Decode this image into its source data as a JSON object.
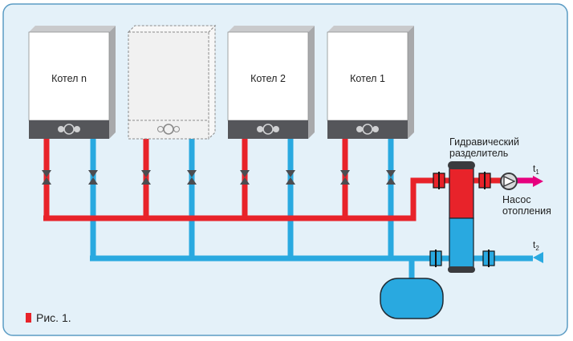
{
  "boilers": [
    {
      "label": "Котел n"
    },
    {
      "label": ""
    },
    {
      "label": "Котел 2"
    },
    {
      "label": "Котел 1"
    }
  ],
  "separator": {
    "label_line1": "Гидравический",
    "label_line2": "разделитель"
  },
  "pump": {
    "label_line1": "Насос",
    "label_line2": "отопления"
  },
  "outputs": {
    "supply_main": "t",
    "supply_sub": "1",
    "return_main": "t",
    "return_sub": "2"
  },
  "caption": "Рис. 1.",
  "colors": {
    "panel_bg": "#e4f1f9",
    "border": "#5b9cc4",
    "supply": "#e8232a",
    "return": "#29a9e0",
    "pump_out": "#e6007e",
    "boiler_body": "#ffffff",
    "boiler_side": "#a8a9ab",
    "boiler_base": "#55565a",
    "ghost_body": "#f1f1f1",
    "ghost_line": "#8a8a8a",
    "valve": "#4b4c50",
    "tank": "#29a9e0",
    "flange": "#111111",
    "text": "#222222"
  }
}
